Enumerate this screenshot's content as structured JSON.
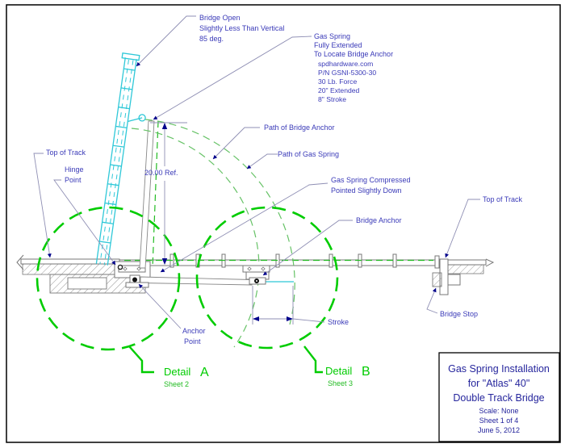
{
  "page": {
    "background": "#ffffff",
    "border_color": "#000000"
  },
  "colors": {
    "annotation_blue": "#3a3ab8",
    "title_navy": "#26269d",
    "detail_green": "#00cc00",
    "path_green": "#66c266",
    "bridge_cyan": "#2fc8d8",
    "arrow_navy": "#00008b",
    "structure_gray": "#777777"
  },
  "notes": {
    "bridge_open": {
      "lines": [
        "Bridge Open",
        "Slightly Less Than Vertical",
        "85 deg."
      ]
    },
    "gas_spring": {
      "lines": [
        "Gas Spring",
        "Fully Extended",
        "To Locate Bridge Anchor"
      ],
      "details": [
        "spdhardware.com",
        "P/N GSNI-5300-30",
        "30 Lb. Force",
        "20\" Extended",
        "8\" Stroke"
      ]
    },
    "path_of_bridge_anchor": "Path of Bridge Anchor",
    "path_of_gas_spring": "Path of Gas Spring",
    "gas_spring_compressed": {
      "lines": [
        "Gas Spring Compressed",
        "Pointed Slightly Down"
      ]
    },
    "bridge_anchor": "Bridge Anchor",
    "top_of_track_left": "Top of Track",
    "top_of_track_right": "Top of Track",
    "hinge_point": {
      "lines": [
        "Hinge",
        "Point"
      ]
    },
    "anchor_point": {
      "lines": [
        "Anchor",
        "Point"
      ]
    },
    "bridge_stop": "Bridge Stop"
  },
  "dimensions": {
    "height_ref": "20.00 Ref.",
    "stroke": "Stroke"
  },
  "details": {
    "a": {
      "label": "Detail",
      "letter": "A",
      "sheet": "Sheet 2"
    },
    "b": {
      "label": "Detail",
      "letter": "B",
      "sheet": "Sheet 3"
    }
  },
  "title_block": {
    "title_lines": [
      "Gas Spring Installation",
      "for \"Atlas\" 40\"",
      "Double Track Bridge"
    ],
    "scale": "Scale: None",
    "sheet": "Sheet 1 of 4",
    "date": "June 5, 2012"
  }
}
